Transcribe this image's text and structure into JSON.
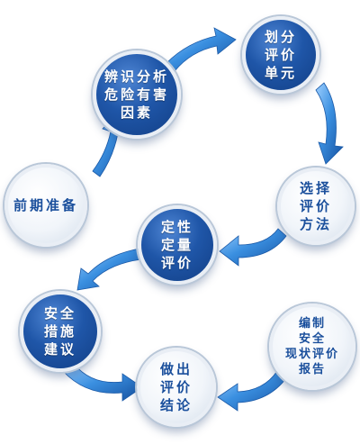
{
  "nodes": [
    {
      "id": "prep",
      "label": "前期准备",
      "style": "light"
    },
    {
      "id": "identify",
      "label": "辨识分析\n危险有害\n因素",
      "style": "dark"
    },
    {
      "id": "divide",
      "label": "划分\n评价\n单元",
      "style": "dark"
    },
    {
      "id": "select",
      "label": "选择\n评价\n方法",
      "style": "light"
    },
    {
      "id": "qualitative",
      "label": "定性\n定量\n评价",
      "style": "dark"
    },
    {
      "id": "report",
      "label": "编制\n安全\n现状评价\n报告",
      "style": "light"
    },
    {
      "id": "conclusion",
      "label": "做出\n评价\n结论",
      "style": "light"
    },
    {
      "id": "measures",
      "label": "安全\n措施\n建议",
      "style": "dark"
    }
  ],
  "colors": {
    "dark": "#1f56a8",
    "light": "#f1f5fa",
    "arrow": "#2f7fd6"
  }
}
